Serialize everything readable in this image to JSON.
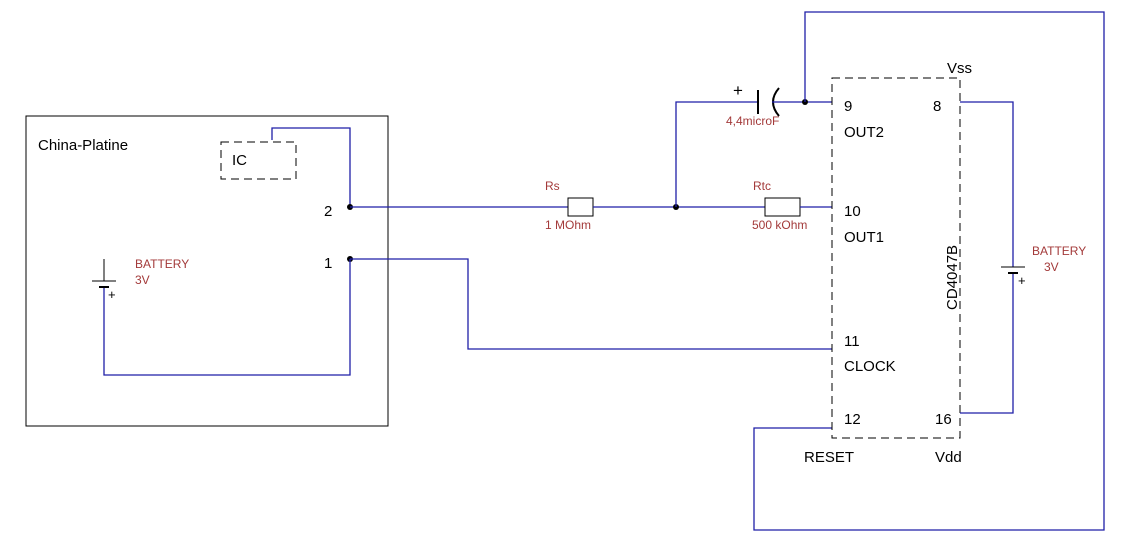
{
  "colors": {
    "wire": "#1f1fa8",
    "component_label": "#a33a3a",
    "outline": "#000000"
  },
  "platine": {
    "title": "China-Platine",
    "ic_label": "IC",
    "pin2": "2",
    "pin1": "1",
    "battery_label": "BATTERY",
    "battery_voltage": "3V"
  },
  "components": {
    "rs_name": "Rs",
    "rs_value": "1 MOhm",
    "rtc_name": "Rtc",
    "rtc_value": "500 kOhm",
    "cap_value": "4,4microF"
  },
  "chip": {
    "name": "CD4047B",
    "vss": "Vss",
    "vdd": "Vdd",
    "pin9": "9",
    "out2": "OUT2",
    "pin8": "8",
    "pin10": "10",
    "out1": "OUT1",
    "pin11": "11",
    "clock": "CLOCK",
    "pin12": "12",
    "pin16": "16",
    "reset": "RESET"
  },
  "battery2": {
    "label": "BATTERY",
    "voltage": "3V"
  }
}
